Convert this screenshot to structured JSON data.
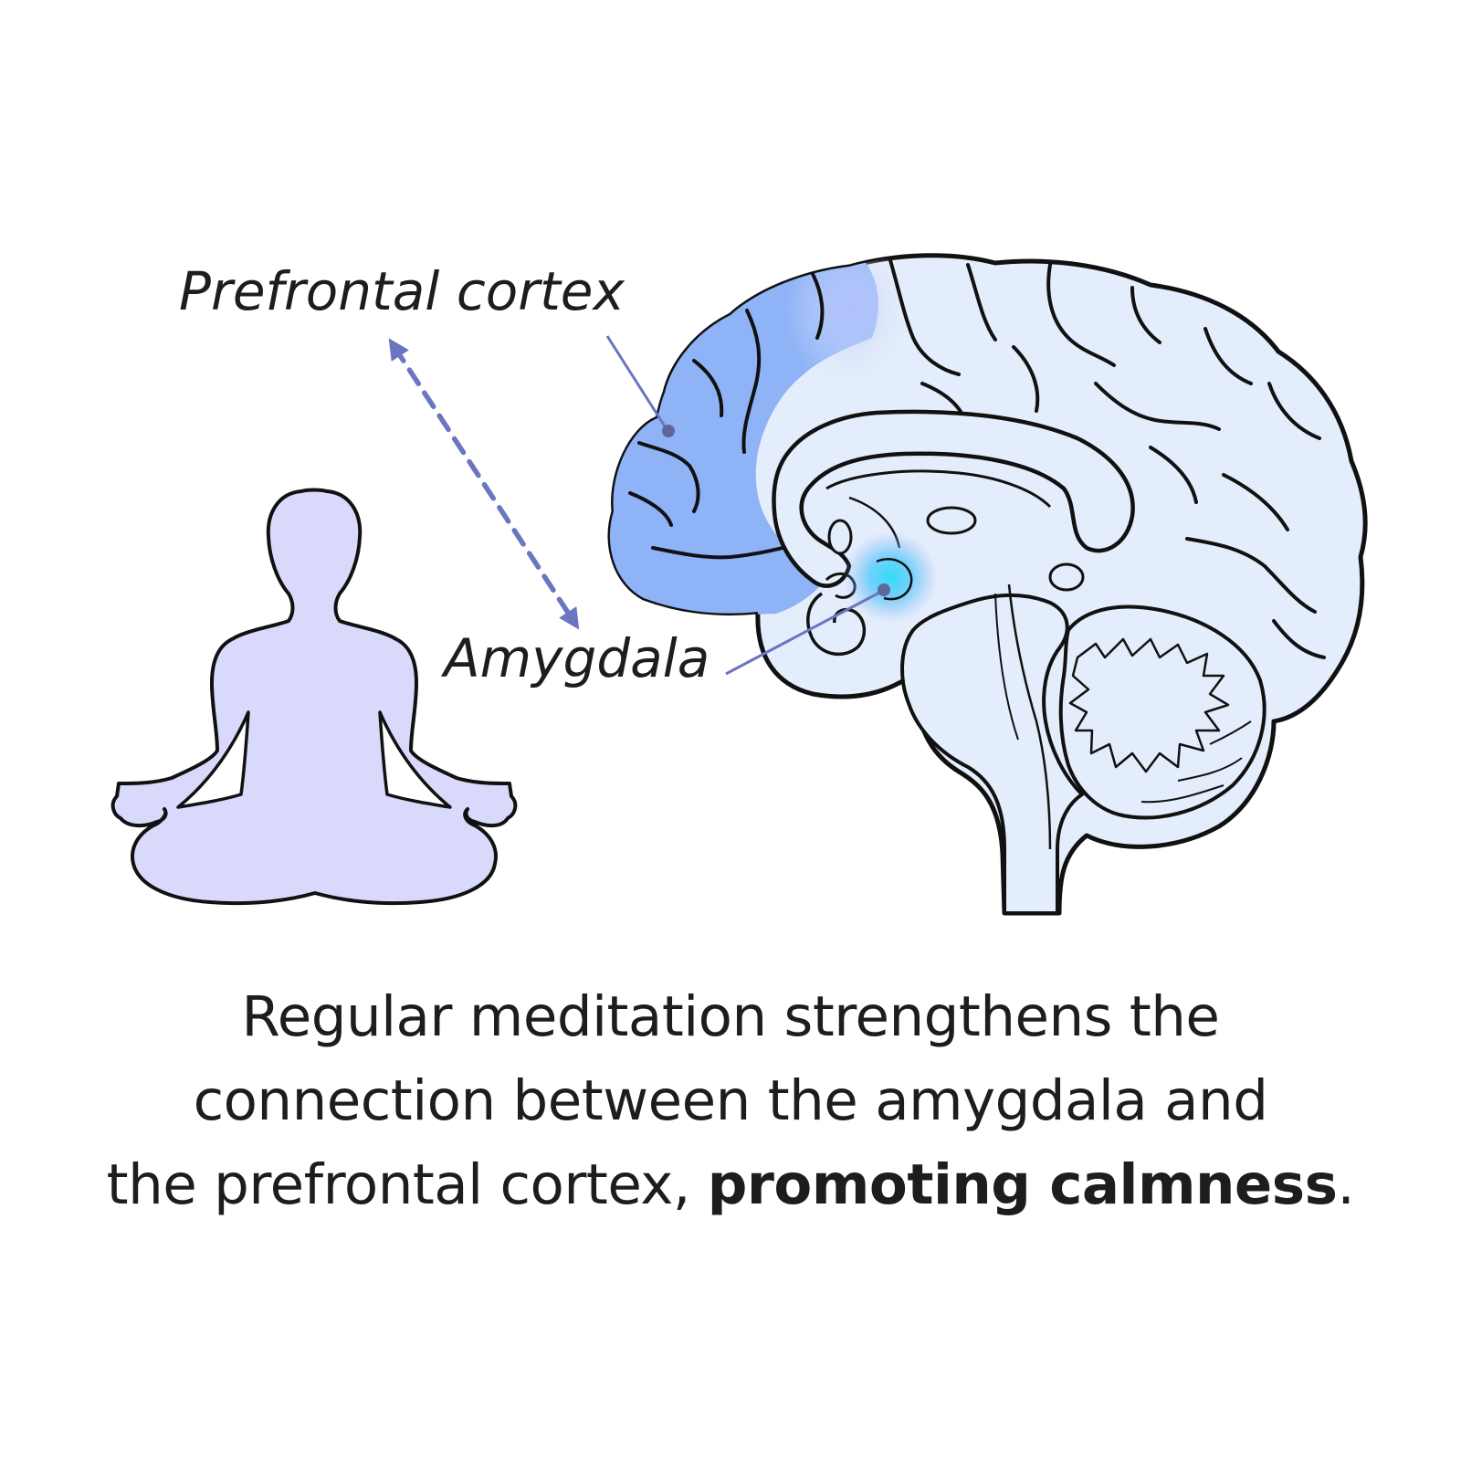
{
  "labels": {
    "prefrontal_cortex": "Prefrontal cortex",
    "amygdala": "Amygdala"
  },
  "caption": {
    "line1": "Regular meditation strengthens the",
    "line2": "connection between the amygdala and",
    "line3_prefix": "the prefrontal cortex, ",
    "line3_bold": "promoting calmness",
    "line3_suffix": "."
  },
  "colors": {
    "brain_fill": "#e4edfb",
    "prefrontal_fill": "#8fb3f7",
    "amygdala_glow": "#34dcf5",
    "figure_fill": "#d9d9fb",
    "arrow": "#6b75c0",
    "leader_line": "#6b75c0",
    "outline": "#111111"
  },
  "icons": {
    "meditator": "meditating-person-icon",
    "arrow": "double-headed-dashed-arrow-icon",
    "brain": "brain-sagittal-section-icon"
  }
}
